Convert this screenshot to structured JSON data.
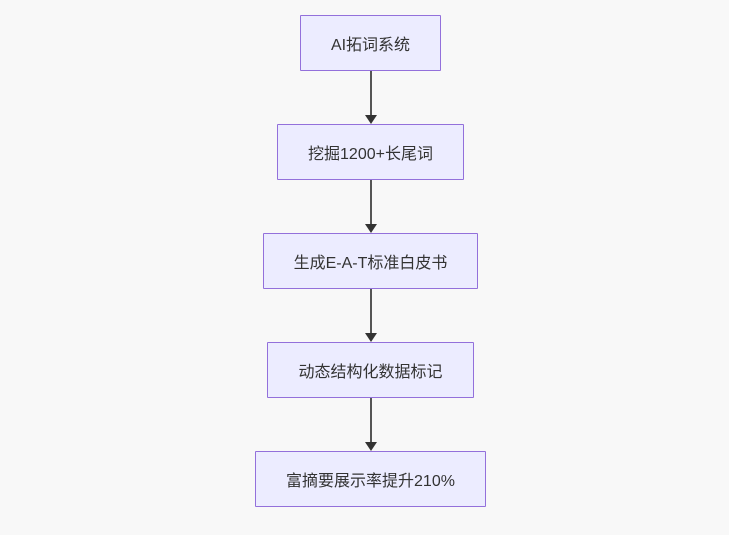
{
  "page": {
    "background": "#f8f8f8"
  },
  "flowchart": {
    "type": "flowchart",
    "direction": "top-to-bottom",
    "style": {
      "node_fill": "#ECECFF",
      "node_border": "#9370DB",
      "node_text_color": "#333333",
      "edge_line_color": "#555555",
      "arrowhead_color": "#333333"
    },
    "nodes": [
      {
        "label": "AI拓词系统"
      },
      {
        "label": "挖掘1200+长尾词"
      },
      {
        "label": "生成E-A-T标准白皮书"
      },
      {
        "label": "动态结构化数据标记"
      },
      {
        "label": "富摘要展示率提升210%"
      }
    ],
    "edges": [
      {
        "from": 0,
        "to": 1
      },
      {
        "from": 1,
        "to": 2
      },
      {
        "from": 2,
        "to": 3
      },
      {
        "from": 3,
        "to": 4
      }
    ]
  }
}
